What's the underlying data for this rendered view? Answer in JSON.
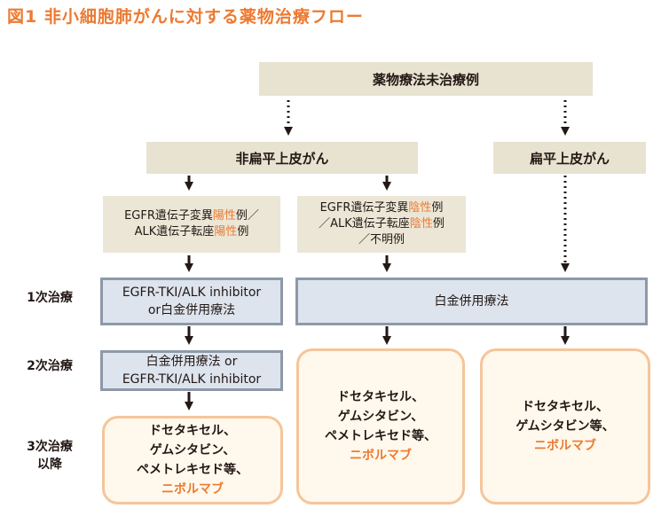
{
  "title": "図1 非小細胞肺がんに対する薬物治療フロー",
  "nodes": {
    "untreated": "薬物療法未治療例",
    "non_squamous": "非扁平上皮がん",
    "squamous": "扁平上皮がん",
    "positive": {
      "line1_a": "EGFR遺伝子変異",
      "line1_b": "陽性",
      "line1_c": "例／",
      "line2_a": "ALK遺伝子転座",
      "line2_b": "陽性",
      "line2_c": "例"
    },
    "negative": {
      "line1_a": "EGFR遺伝子変異",
      "line1_b": "陰性",
      "line1_c": "例",
      "line2_a": "／ALK遺伝子転座",
      "line2_b": "陰性",
      "line2_c": "例",
      "line3": "／不明例"
    },
    "first_left": {
      "line1": "EGFR-TKI/ALK inhibitor",
      "line2": "or白金併用療法"
    },
    "first_right": "白金併用療法",
    "second_left": {
      "line1": "白金併用療法 or",
      "line2": "EGFR-TKI/ALK inhibitor"
    },
    "third_left": {
      "line1": "ドセタキセル、",
      "line2": "ゲムシタビン、",
      "line3": "ペメトレキセド等、",
      "line4": "ニボルマブ"
    },
    "later_mid": {
      "line1": "ドセタキセル、",
      "line2": "ゲムシタビン、",
      "line3": "ペメトレキセド等、",
      "line4": "ニボルマブ"
    },
    "later_right": {
      "line1": "ドセタキセル、",
      "line2": "ゲムシタビン等、",
      "line3": "ニボルマブ"
    }
  },
  "line_labels": {
    "first": "1次治療",
    "second": "2次治療",
    "third_a": "3次治療",
    "third_b": "以降"
  },
  "colors": {
    "accent": "#ec7a31",
    "beige": "#e8e2d0",
    "blue_fill": "#dde4ee",
    "blue_border": "#8d99a8",
    "orange_border": "#f5c59a",
    "arrow": "#231815"
  }
}
